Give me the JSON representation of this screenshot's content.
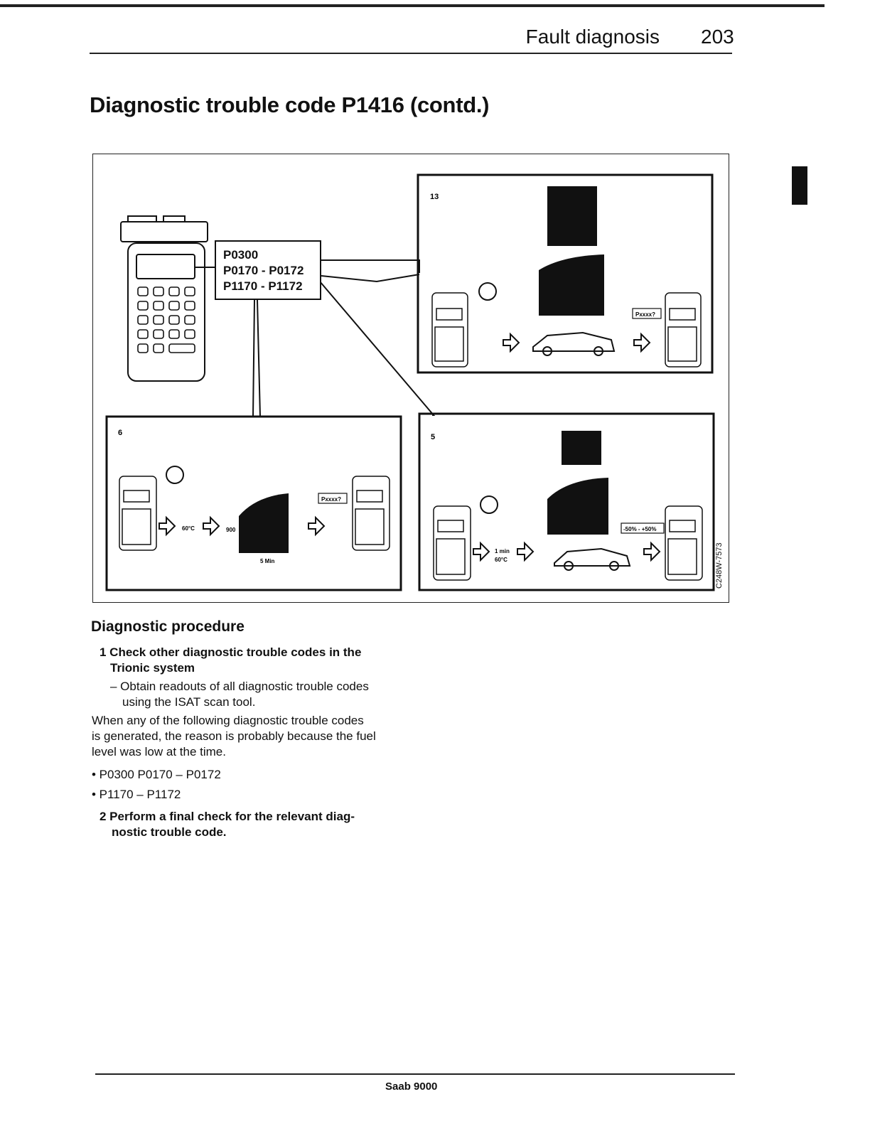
{
  "header": {
    "section": "Fault diagnosis",
    "page_number": "203"
  },
  "title": "Diagnostic trouble code P1416 (contd.)",
  "figure": {
    "codes": [
      "P0300",
      "P0170 - P0172",
      "P1170 - P1172"
    ],
    "panels": {
      "p13": {
        "number": "13",
        "scan_label": "Pxxxx?"
      },
      "p6": {
        "number": "6",
        "temp": "60°C",
        "rpm": "900",
        "time": "5 Min",
        "scan_label": "Pxxxx?"
      },
      "p5": {
        "number": "5",
        "time": "1 min",
        "temp": "60°C",
        "range": "-50% - +50%"
      }
    },
    "image_ref": "C248W-7573"
  },
  "procedure": {
    "heading": "Diagnostic procedure",
    "step1_line1": "1 Check other diagnostic trouble codes in the",
    "step1_line2": "Trionic system",
    "step1_sub_line1": "– Obtain readouts of all diagnostic trouble codes",
    "step1_sub_line2": "using the ISAT scan tool.",
    "para_line1": "When any of the following diagnostic trouble codes",
    "para_line2": "is generated, the reason is probably because the fuel",
    "para_line3": "level was low at the time.",
    "bullet1": "• P0300 P0170 – P0172",
    "bullet2": "• P1170 – P1172",
    "step2_line1": "2 Perform a final check for the relevant diag-",
    "step2_line2": "nostic trouble code."
  },
  "footer": "Saab 9000"
}
